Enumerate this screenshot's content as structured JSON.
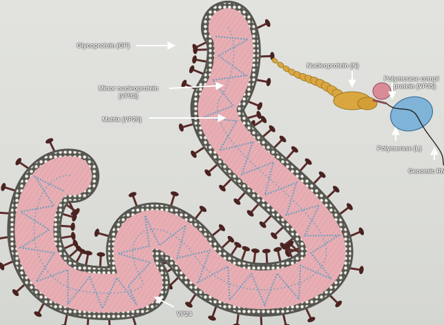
{
  "labels": {
    "gp": "Glycoprotein (GP)",
    "vp30_line1": "Minor nucleoprotein",
    "vp30_line2": "(VP30)",
    "vp20": "Matrix (VP20)",
    "np": "Nucleoprotein (N)",
    "vp35_line1": "Polymerase compl",
    "vp35_line2": "protein (VP35)",
    "l": "Polymerase (L)",
    "rna": "Genomic RN",
    "vp24": "VP24"
  },
  "colors": {
    "membrane": "#8f8f86",
    "membrane_edge": "#55554f",
    "interior": "#e9b4b8",
    "matrix_beads": "#f6f4ee",
    "nucleocapsid": "#6c9fbf",
    "spike": "#5a2c2a",
    "nucleoprotein": "#d9a640",
    "vp35": "#d98c98",
    "polymerase": "#7fb3d8",
    "arrow": "#ffffff"
  },
  "icons": {
    "arrow": "arrow-icon"
  }
}
